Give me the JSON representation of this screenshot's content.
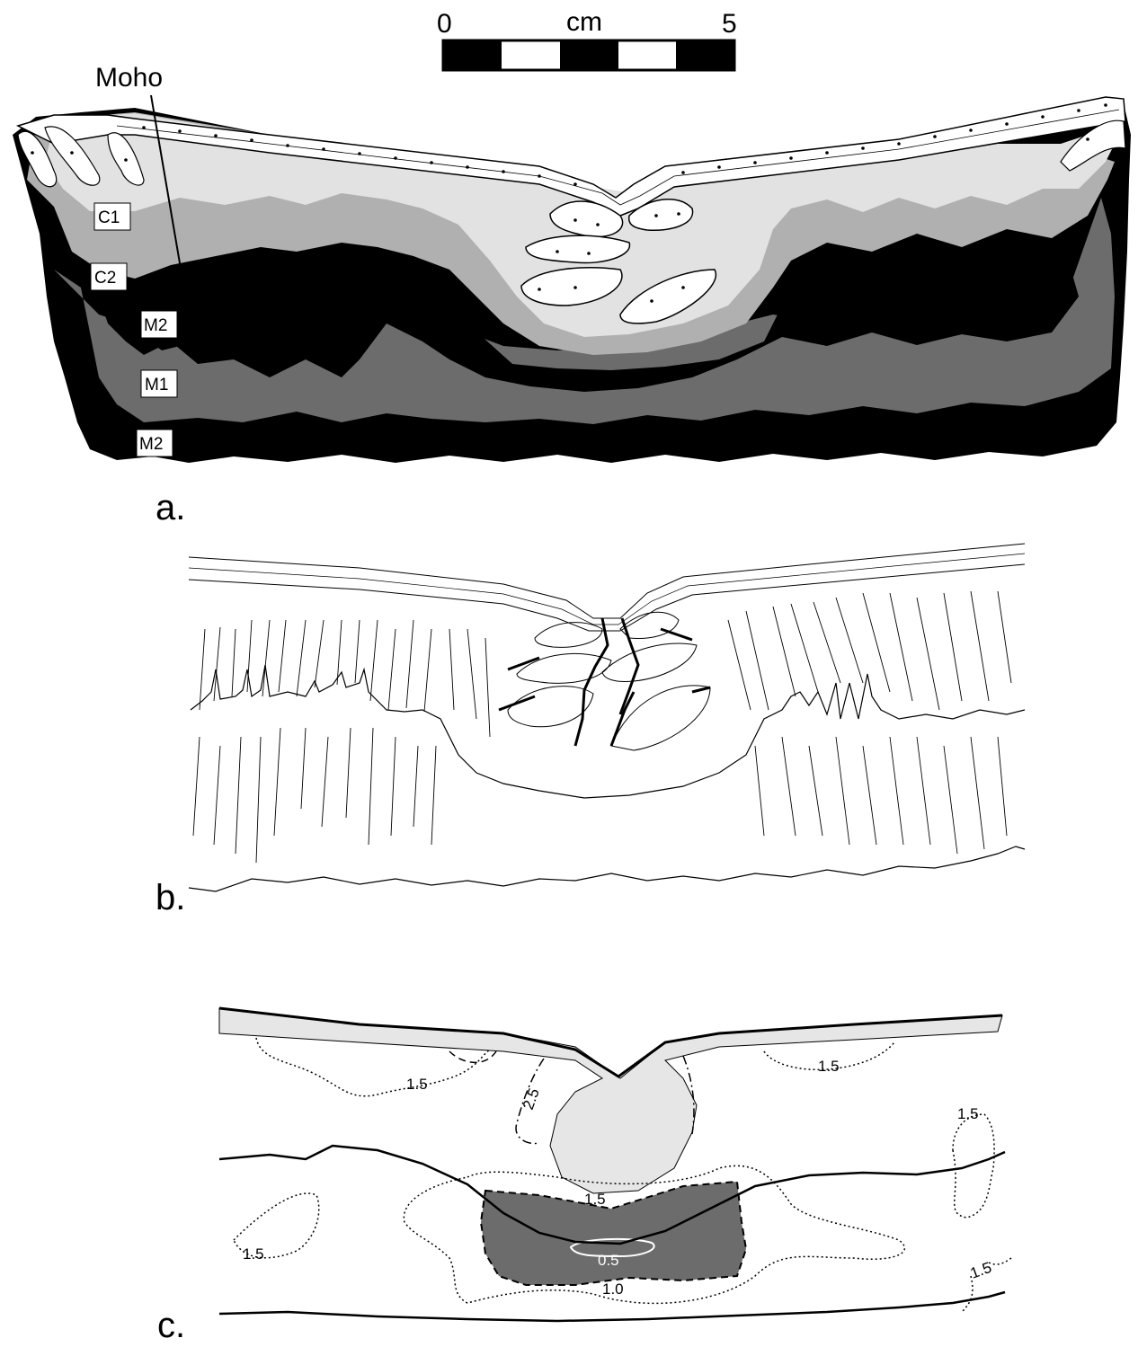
{
  "scale_bar": {
    "start_label": "0",
    "unit_label": "cm",
    "end_label": "5"
  },
  "panel_a": {
    "letter": "a.",
    "moho_label": "Moho",
    "layers": {
      "c1": "C1",
      "c2": "C2",
      "m2_upper": "M2",
      "m1": "M1",
      "m2_lower": "M2"
    },
    "colors": {
      "c1_fill": "#e2e2e2",
      "c2_fill": "#b0b0b0",
      "m1_fill": "#6c6c6c",
      "m2_fill": "#000000"
    }
  },
  "panel_b": {
    "letter": "b."
  },
  "panel_c": {
    "letter": "c.",
    "contour_labels": {
      "left_upper": "1.5",
      "center_25": "2.5",
      "right_upper": "1.5",
      "right_mid": "1.5",
      "center_15": "1.5",
      "left_lower": "1.5",
      "center_05": "0.5",
      "center_10": "1.0",
      "right_lower": "1.5"
    },
    "colors": {
      "light_fill": "#e6e6e6",
      "dark_fill": "#6c6c6c"
    }
  }
}
